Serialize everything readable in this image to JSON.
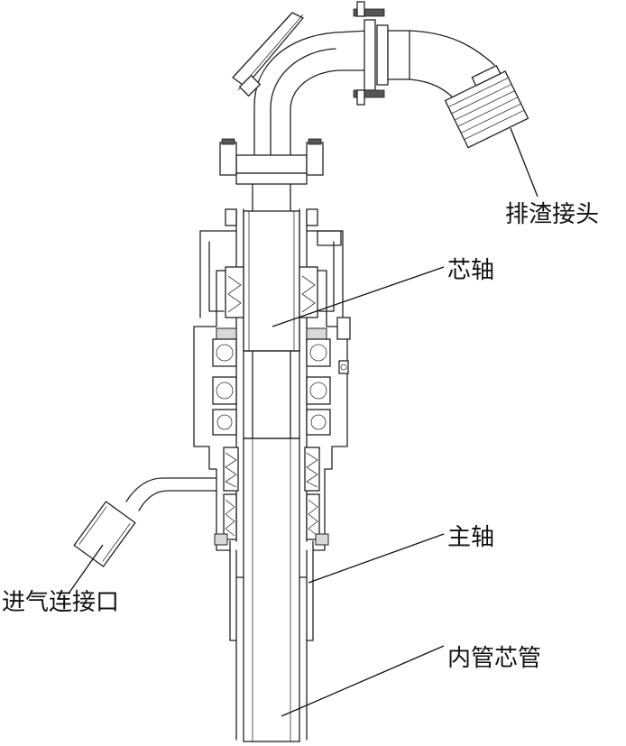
{
  "labels": {
    "slag_joint": "排渣接头",
    "core_shaft": "芯轴",
    "main_shaft": "主轴",
    "inner_core_tube": "内管芯管",
    "air_inlet": "进气连接口"
  }
}
